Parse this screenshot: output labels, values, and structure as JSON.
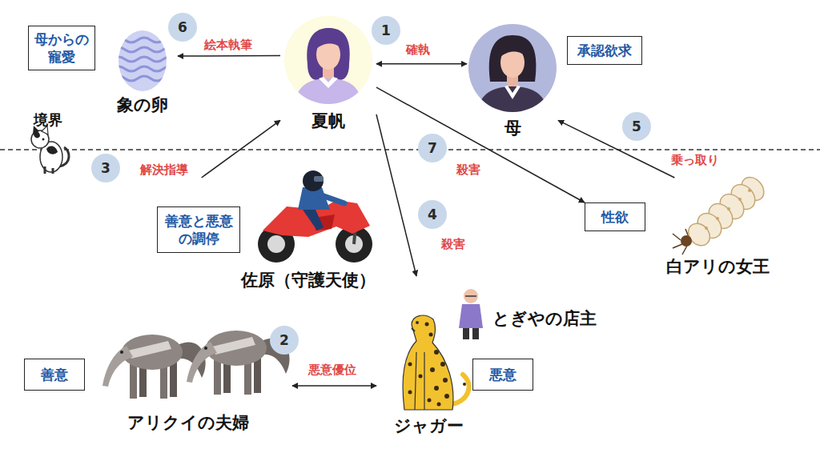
{
  "diagram": {
    "nodes": [
      {
        "text": [
          "母からの寵愛"
        ]
      },
      {
        "text": [
          "象の卵"
        ]
      },
      {
        "text": [
          "夏帆"
        ]
      },
      {
        "text": [
          "母"
        ]
      },
      {
        "text": [
          "承認欲求"
        ]
      },
      {
        "text": [
          "佐原（守護天使）"
        ]
      },
      {
        "text": [
          "善意と悪意の調停"
        ],
        "in": 5
      },
      {
        "text": [
          "性欲"
        ]
      },
      {
        "text": [
          "白アリの女王"
        ]
      },
      {
        "text": [
          "とぎやの店主"
        ]
      },
      {
        "text": [
          "善意"
        ]
      },
      {
        "text": [
          "アリクイの夫婦"
        ]
      },
      {
        "text": [
          "ジャガー"
        ]
      },
      {
        "text": [
          "悪意"
        ]
      }
    ],
    "edges": [
      {
        "from": 2,
        "to": 1,
        "label": "絵本執筆",
        "arrow": "to"
      },
      {
        "from": 2,
        "to": 3,
        "label": "確執",
        "arrow": "both"
      },
      {
        "from": 5,
        "to": 2,
        "label": "解決指導",
        "arrow": "to"
      },
      {
        "from": 2,
        "to": 12,
        "label": "殺害",
        "arrow": "to"
      },
      {
        "from": 2,
        "to": 7,
        "label": "殺害",
        "arrow": "to"
      },
      {
        "from": 8,
        "to": 3,
        "label": "乗っ取り",
        "arrow": "to"
      },
      {
        "from": 11,
        "to": 12,
        "label": "悪意優位",
        "arrow": "both"
      }
    ],
    "labels": [
      "1",
      "2",
      "3",
      "4",
      "5",
      "6",
      "7",
      "境界"
    ]
  }
}
